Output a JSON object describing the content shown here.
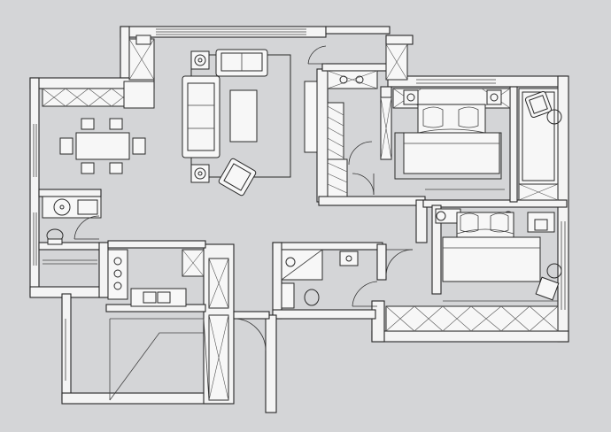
{
  "colors": {
    "background": "#d4d5d7",
    "wall": "#f4f4f4",
    "ink": "#262626"
  },
  "rooms": [
    {
      "id": "living-room",
      "icons": [
        "sofa-icon",
        "armchair-icon",
        "coffee-table-icon",
        "side-table-icon"
      ]
    },
    {
      "id": "dining-room",
      "icons": [
        "dining-table-icon",
        "chair-icon"
      ]
    },
    {
      "id": "kitchen",
      "icons": [
        "stove-icon",
        "sink-icon",
        "counter-icon"
      ]
    },
    {
      "id": "bathroom-main",
      "icons": [
        "toilet-icon",
        "washbasin-icon",
        "shower-icon"
      ]
    },
    {
      "id": "bathroom-small",
      "icons": [
        "toilet-icon",
        "washbasin-icon"
      ]
    },
    {
      "id": "master-bedroom",
      "icons": [
        "double-bed-icon",
        "wardrobe-icon",
        "nightstand-icon"
      ]
    },
    {
      "id": "second-bedroom",
      "icons": [
        "double-bed-icon",
        "desk-icon",
        "chair-icon",
        "wardrobe-icon"
      ]
    },
    {
      "id": "study",
      "icons": [
        "daybed-icon",
        "armchair-icon"
      ]
    },
    {
      "id": "balcony",
      "icons": []
    }
  ]
}
